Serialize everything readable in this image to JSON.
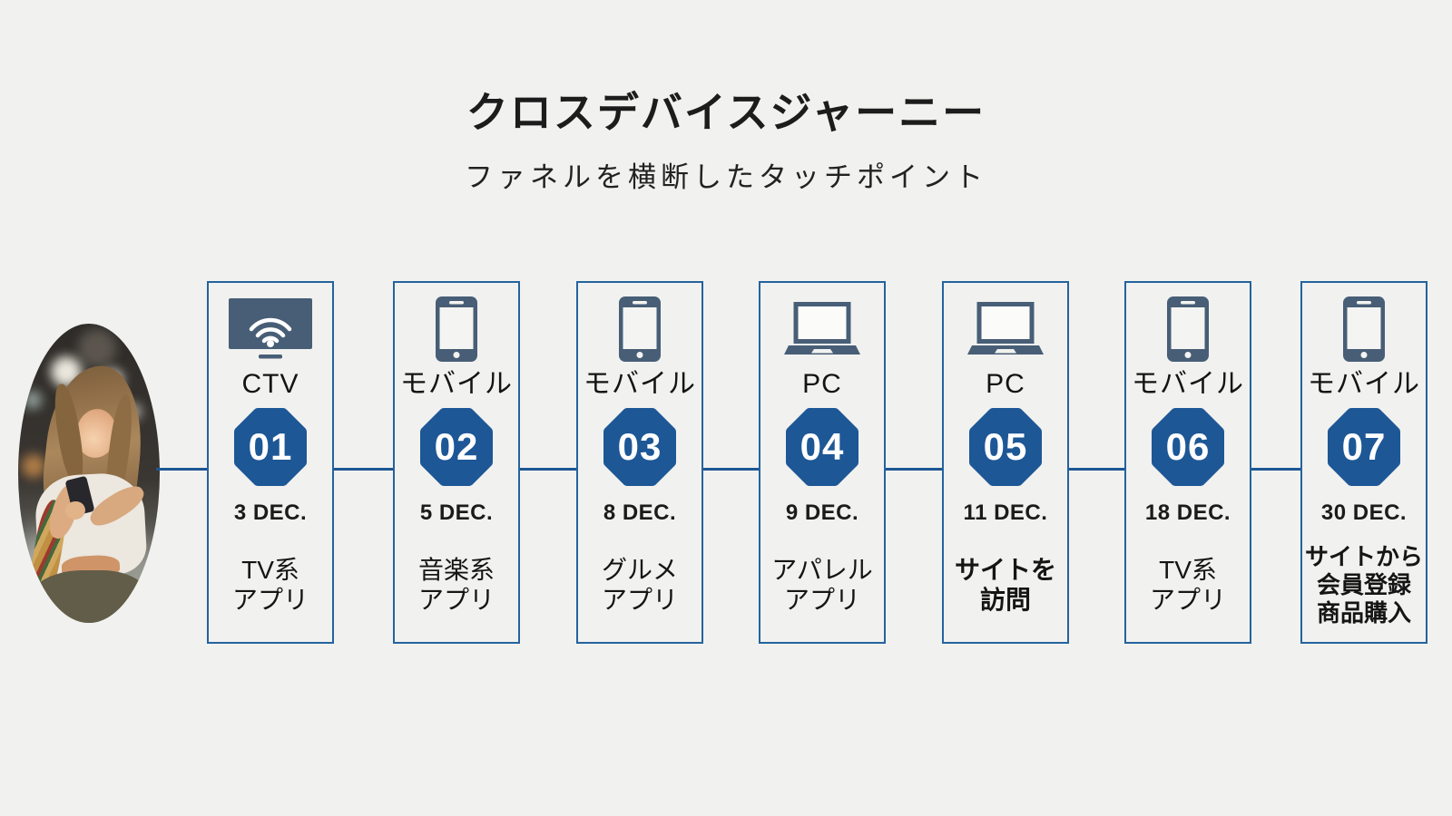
{
  "page": {
    "title": "クロスデバイスジャーニー",
    "subtitle": "ファネルを横断したタッチポイント"
  },
  "journey": {
    "photo": "woman-using-smartphone-at-night",
    "steps": [
      {
        "number": "01",
        "device": "CTV",
        "icon": "smart-tv-icon",
        "date": "3 DEC.",
        "description": "TV系\nアプリ",
        "emphasis": false
      },
      {
        "number": "02",
        "device": "モバイル",
        "icon": "mobile-icon",
        "date": "5 DEC.",
        "description": "音楽系\nアプリ",
        "emphasis": false
      },
      {
        "number": "03",
        "device": "モバイル",
        "icon": "mobile-icon",
        "date": "8 DEC.",
        "description": "グルメ\nアプリ",
        "emphasis": false
      },
      {
        "number": "04",
        "device": "PC",
        "icon": "laptop-icon",
        "date": "9 DEC.",
        "description": "アパレル\nアプリ",
        "emphasis": false
      },
      {
        "number": "05",
        "device": "PC",
        "icon": "laptop-icon",
        "date": "11 DEC.",
        "description": "サイトを\n訪問",
        "emphasis": true
      },
      {
        "number": "06",
        "device": "モバイル",
        "icon": "mobile-icon",
        "date": "18 DEC.",
        "description": "TV系\nアプリ",
        "emphasis": false
      },
      {
        "number": "07",
        "device": "モバイル",
        "icon": "mobile-icon",
        "date": "30 DEC.",
        "description": "サイトから\n会員登録\n商品購入",
        "emphasis": true
      }
    ]
  },
  "colors": {
    "background": "#f1f1ef",
    "accent_blue": "#1e5794",
    "card_border_blue": "#24639e",
    "icon_slate": "#475e76",
    "text": "#171717",
    "badge_number_white": "#ffffff"
  }
}
